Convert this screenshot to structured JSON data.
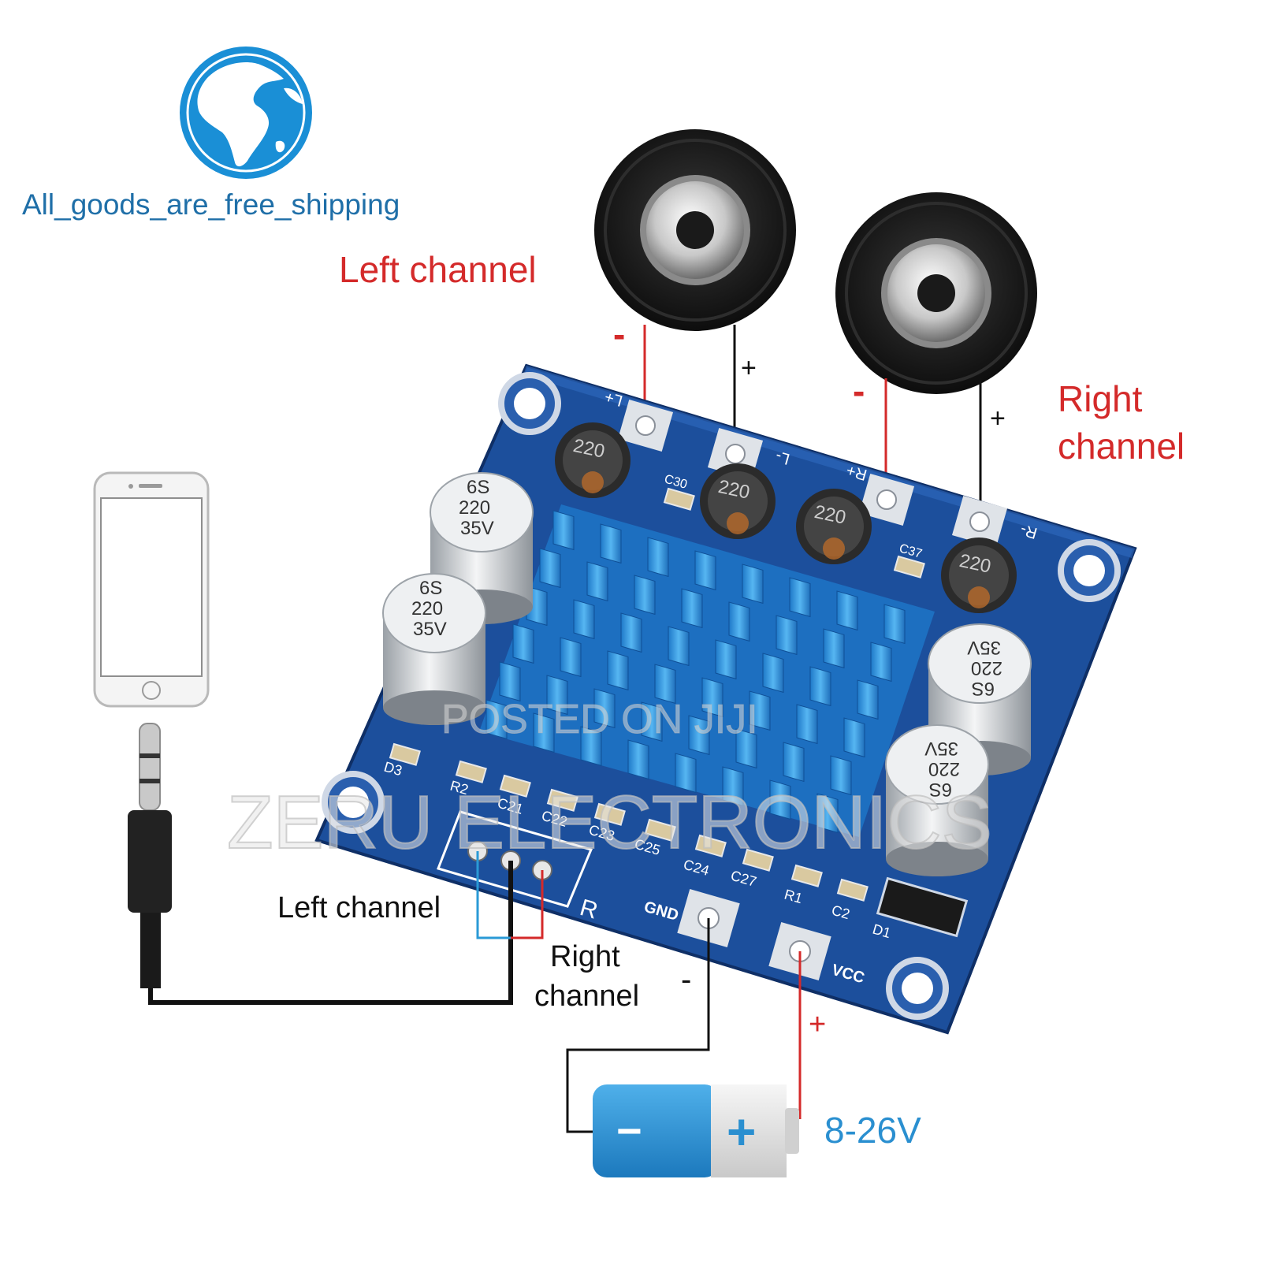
{
  "brand": {
    "slogan": "All_goods_are_free_shipping",
    "globe_color": "#1a8fd6"
  },
  "speakers": {
    "left_label": "Left channel",
    "right_label_line1": "Right",
    "right_label_line2": "channel",
    "minus": "-",
    "plus": "+"
  },
  "board": {
    "pad_labels": {
      "l_plus": "L+",
      "l_minus": "L-",
      "r_plus": "R+",
      "r_minus": "R-",
      "gnd": "GND",
      "vcc": "VCC"
    },
    "capacitor_text": {
      "line1": "6S",
      "line2": "220",
      "line3": "35V"
    },
    "inductor_text": "220",
    "component_labels": [
      "C30",
      "C37",
      "D3",
      "R2",
      "C21",
      "C22",
      "C23",
      "C25",
      "C24",
      "C27",
      "R1",
      "C2",
      "D1"
    ],
    "input_header_label": "R",
    "board_color": "#1c4f9c",
    "heatsink_color": "#3aa0e8"
  },
  "audio_input": {
    "left_label": "Left channel",
    "right_label_line1": "Right",
    "right_label_line2": "channel"
  },
  "power": {
    "minus": "-",
    "plus": "+",
    "battery_minus": "−",
    "battery_plus": "+",
    "voltage": "8-26V",
    "voltage_color": "#2a8fd0"
  },
  "watermarks": {
    "posted": "POSTED ON JIJI",
    "company": "ZERU ELECTRONICS"
  },
  "colors": {
    "red_label": "#d42a2a",
    "wire_red": "#d42a2a",
    "wire_blue": "#2a9ad6",
    "wire_black": "#111111"
  }
}
